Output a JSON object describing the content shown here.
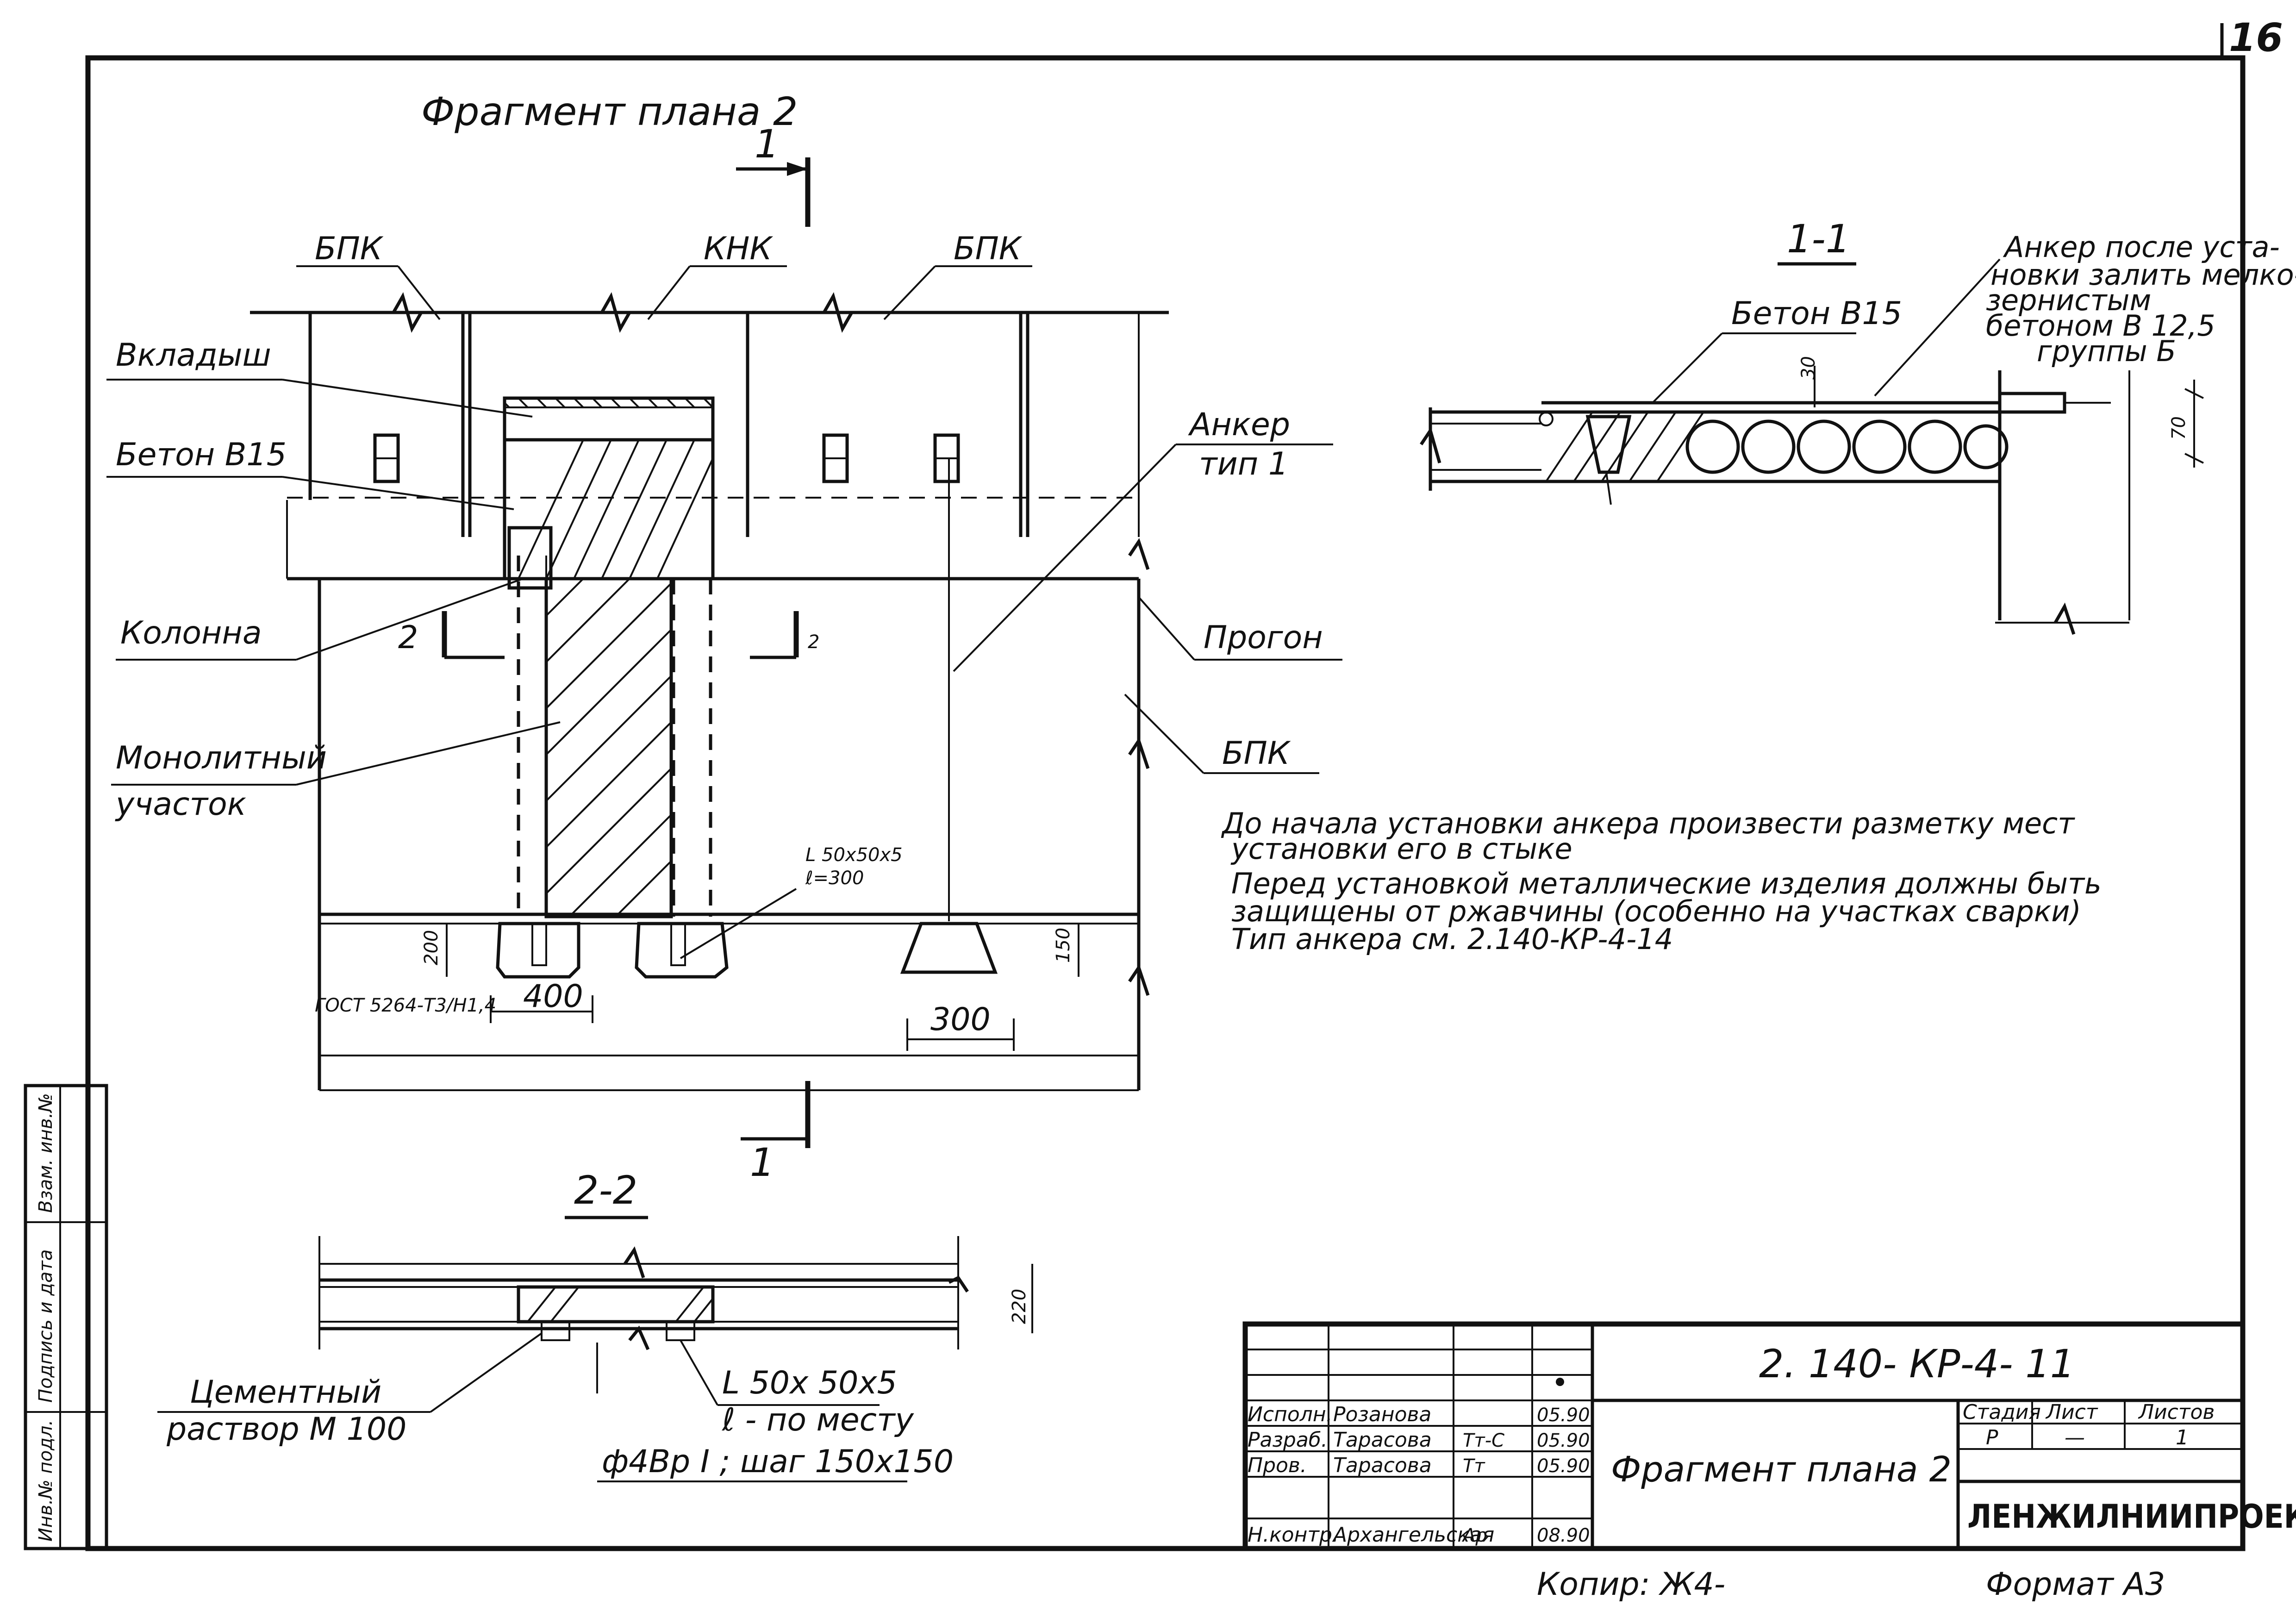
{
  "sheet_number": "16",
  "plan": {
    "title": "Фрагмент плана 2",
    "section_mark": "1",
    "labels": {
      "bpk_left": "БПК",
      "knk": "КНК",
      "bpk_top_right": "БПК",
      "vkladysh": "Вкладыш",
      "beton": "Бетон В15",
      "kolonna": "Колонна",
      "monolith_1": "Монолитный",
      "monolith_2": "участок",
      "anker_1": "Анкер",
      "anker_2": "тип 1",
      "progon": "Прогон",
      "bpk_right": "БПК",
      "angle_1": "L 50x50x5",
      "angle_2": "ℓ=300",
      "cut2": "2",
      "dim_200": "200",
      "dim_400": "400",
      "dim_300": "300",
      "dim_150": "150",
      "gost": "ГОСТ 5264-Т3/Н1,4"
    }
  },
  "section_1_1": {
    "title": "1-1",
    "beton": "Бетон В15",
    "anchor_note": [
      "Анкер после уста-",
      "новки залить мелко-",
      "зернистым",
      "бетоном В 12,5",
      "группы Б"
    ],
    "dim_30": "30",
    "dim_70": "70"
  },
  "notes": [
    "До начала установки анкера произвести разметку мест",
    "установки его в стыке",
    "Перед установкой металлические изделия должны быть",
    "защищены от ржавчины (особенно на участках сварки)",
    "Тип анкера см. 2.140-КР-4-14"
  ],
  "section_2_2": {
    "title": "2-2",
    "cement_1": "Цементный",
    "cement_2": "раствор М 100",
    "angle_1": "L 50x 50x5",
    "angle_2": "ℓ - по месту",
    "mesh": "ф4Вр I ; шаг 150x150",
    "dim_220": "220"
  },
  "side_stamp": [
    "Инв.№ подл.",
    "Подпись и дата",
    "Взам. инв.№"
  ],
  "title_block": {
    "code": "2. 140- КР-4- 11",
    "sheet_title": "Фрагмент плана 2",
    "org": "ЛЕНЖИЛНИИПРОЕКТ",
    "stage_header": "Стадия",
    "sheet_header": "Лист",
    "sheets_header": "Листов",
    "stage": "Р",
    "sheet": "—",
    "sheets": "1",
    "rows": [
      {
        "role": "Исполн.",
        "name": "Розанова",
        "sign": "",
        "date": "05.90"
      },
      {
        "role": "Разраб.",
        "name": "Тарасова",
        "sign": "Тт-С",
        "date": "05.90"
      },
      {
        "role": "Пров.",
        "name": "Тарасова",
        "sign": "Тт",
        "date": "05.90"
      },
      {
        "role": "Н.контр.",
        "name": "Архангельская",
        "sign": "Ар",
        "date": "08.90"
      }
    ]
  },
  "footer": {
    "copied": "Копир: Ж4-",
    "format": "Формат А3"
  }
}
